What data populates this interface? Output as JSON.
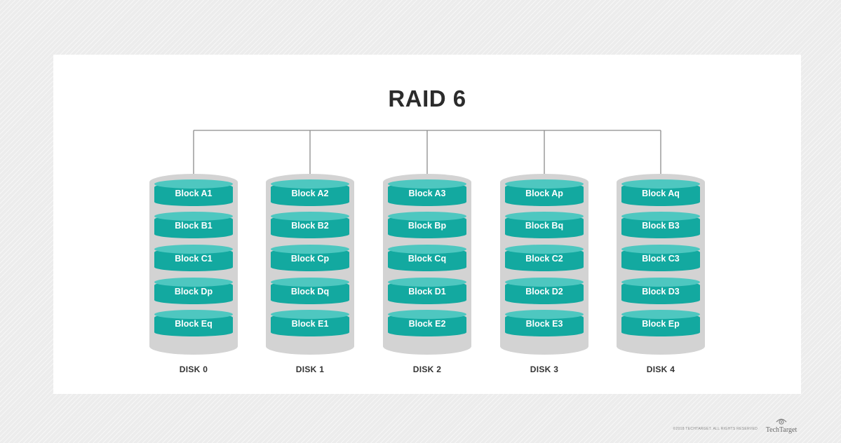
{
  "diagram": {
    "title": "RAID 6",
    "disks": [
      {
        "label": "DISK 0",
        "blocks": [
          "Block A1",
          "Block B1",
          "Block C1",
          "Block Dp",
          "Block Eq"
        ]
      },
      {
        "label": "DISK 1",
        "blocks": [
          "Block A2",
          "Block B2",
          "Block Cp",
          "Block Dq",
          "Block E1"
        ]
      },
      {
        "label": "DISK 2",
        "blocks": [
          "Block A3",
          "Block Bp",
          "Block Cq",
          "Block D1",
          "Block E2"
        ]
      },
      {
        "label": "DISK 3",
        "blocks": [
          "Block Ap",
          "Block Bq",
          "Block C2",
          "Block D2",
          "Block E3"
        ]
      },
      {
        "label": "DISK 4",
        "blocks": [
          "Block Aq",
          "Block B3",
          "Block C3",
          "Block D3",
          "Block Ep"
        ]
      }
    ]
  },
  "footer": {
    "copyright": "©2018 TECHTARGET. ALL RIGHTS RESERVED",
    "brand": "TechTarget",
    "brand_icon": "techtarget-eye-icon"
  },
  "colors": {
    "block_side": "#13a9a0",
    "block_top": "#4ec7c0",
    "disk_shell": "#d3d3d3",
    "connector": "#8c8c8c"
  }
}
